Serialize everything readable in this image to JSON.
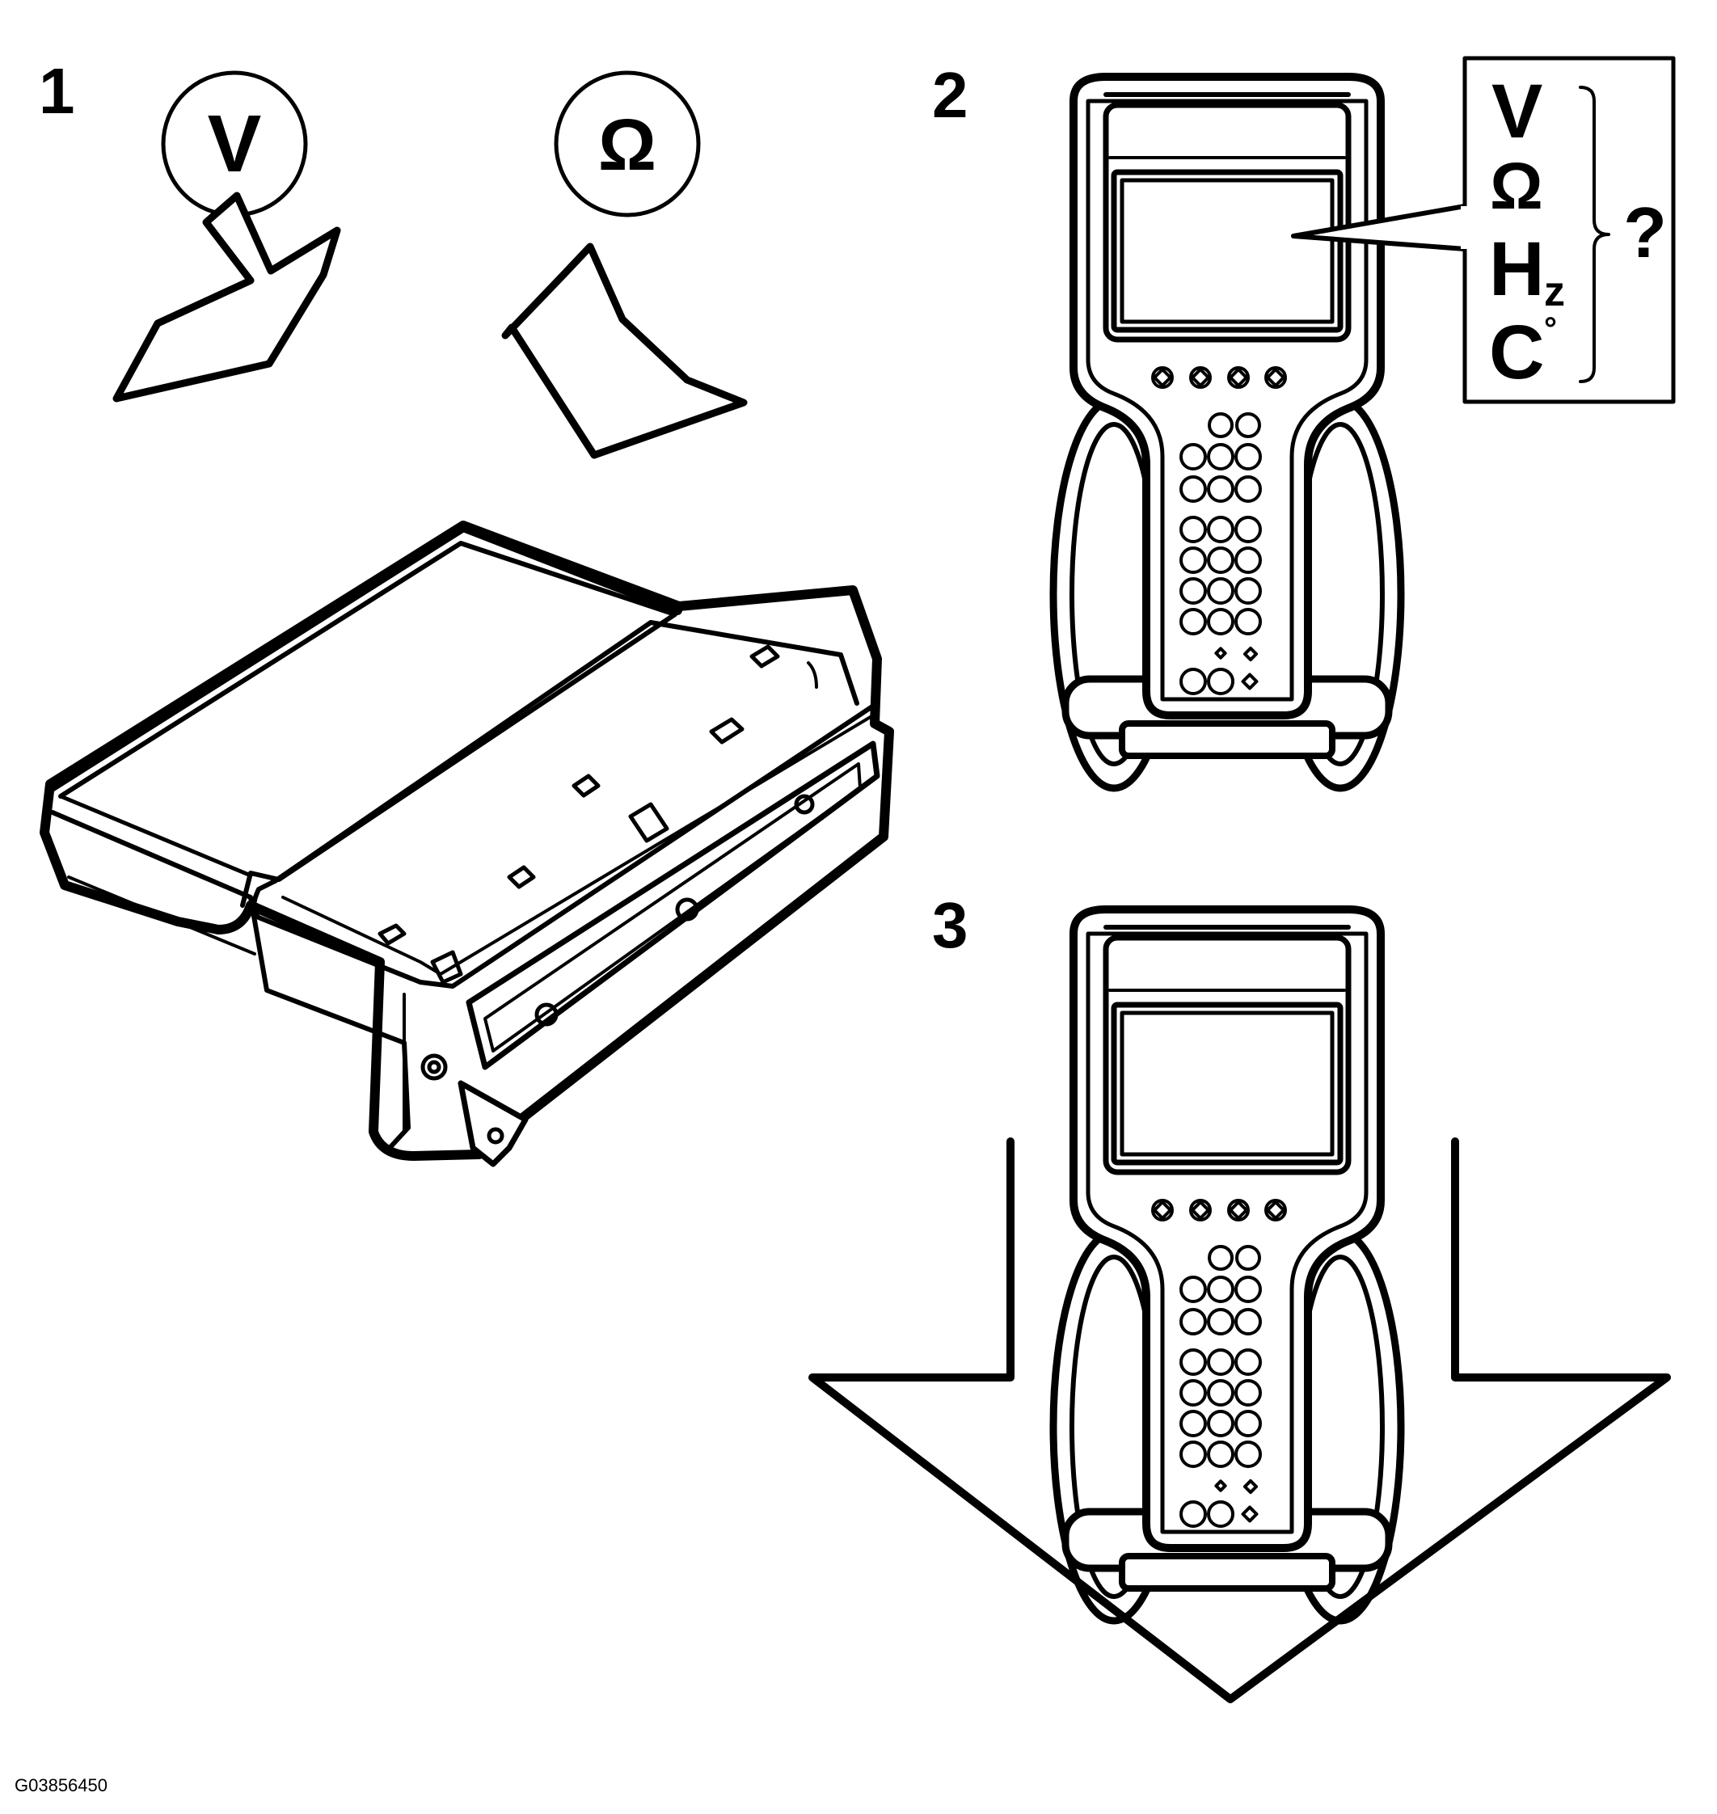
{
  "steps": [
    {
      "number": "1"
    },
    {
      "number": "2"
    },
    {
      "number": "3"
    }
  ],
  "step1": {
    "voltage_symbol": "V",
    "resistance_symbol": "Ω"
  },
  "step2": {
    "units": {
      "volts": "V",
      "ohms": "Ω",
      "hertz_main": "H",
      "hertz_sub": "z",
      "celsius": "C",
      "degree": "°"
    },
    "question_mark": "?"
  },
  "figure_code": "G03856450",
  "icons": [
    "voltage-icon",
    "ohm-icon",
    "arrow-down-icon",
    "control-module",
    "scan-tool",
    "unit-select-callout"
  ]
}
